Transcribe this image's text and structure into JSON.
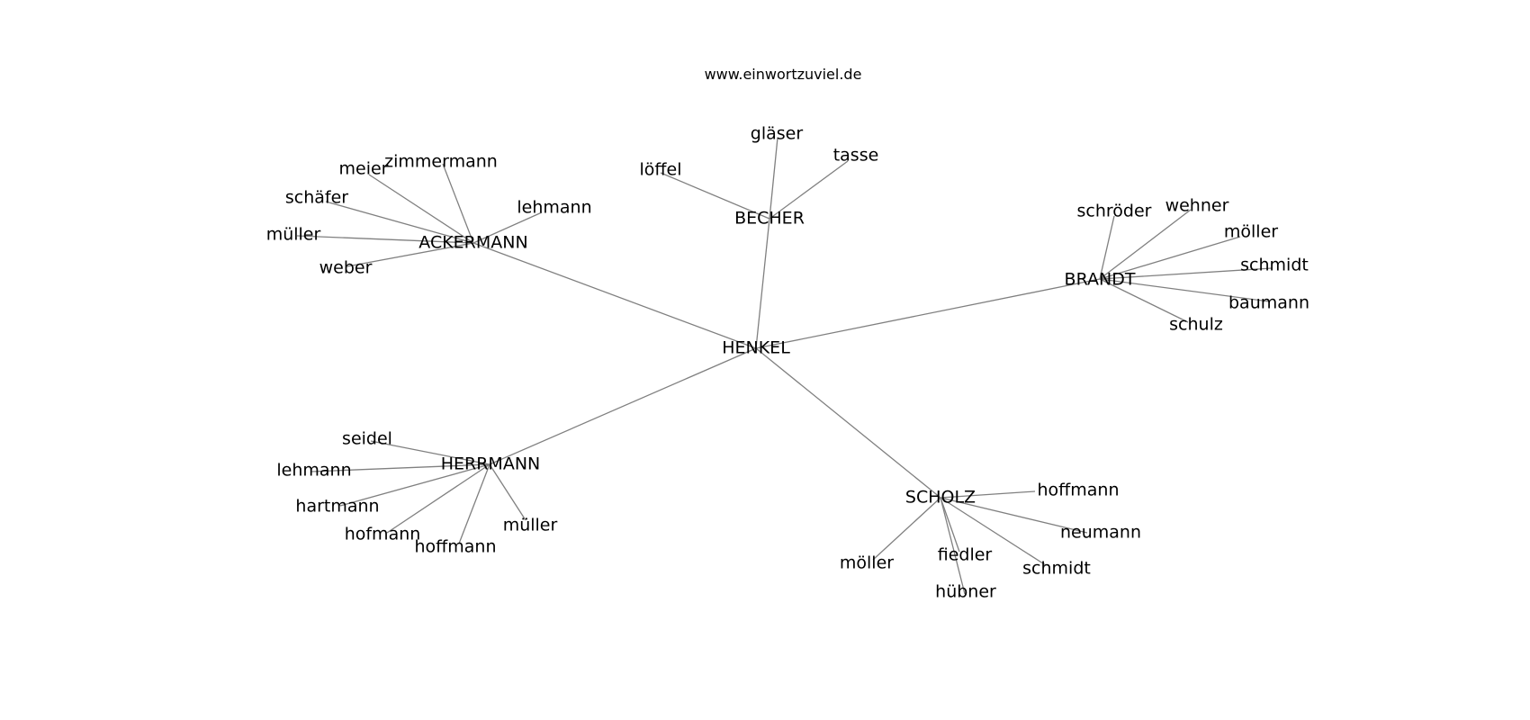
{
  "title": "www.einwortzuviel.de",
  "center": "HENKEL",
  "clusters": [
    {
      "id": "ackermann",
      "label": "ACKERMANN",
      "leaves": [
        "meier",
        "zimmermann",
        "schäfer",
        "lehmann",
        "müller",
        "weber"
      ]
    },
    {
      "id": "becher",
      "label": "BECHER",
      "leaves": [
        "löffel",
        "gläser",
        "tasse"
      ]
    },
    {
      "id": "brandt",
      "label": "BRANDT",
      "leaves": [
        "schröder",
        "wehner",
        "möller",
        "schmidt",
        "baumann",
        "schulz"
      ]
    },
    {
      "id": "herrmann",
      "label": "HERRMANN",
      "leaves": [
        "seidel",
        "lehmann",
        "hartmann",
        "hofmann",
        "hoffmann",
        "müller"
      ]
    },
    {
      "id": "scholz",
      "label": "SCHOLZ",
      "leaves": [
        "hoffmann",
        "neumann",
        "möller",
        "fiedler",
        "schmidt",
        "hübner"
      ]
    }
  ]
}
